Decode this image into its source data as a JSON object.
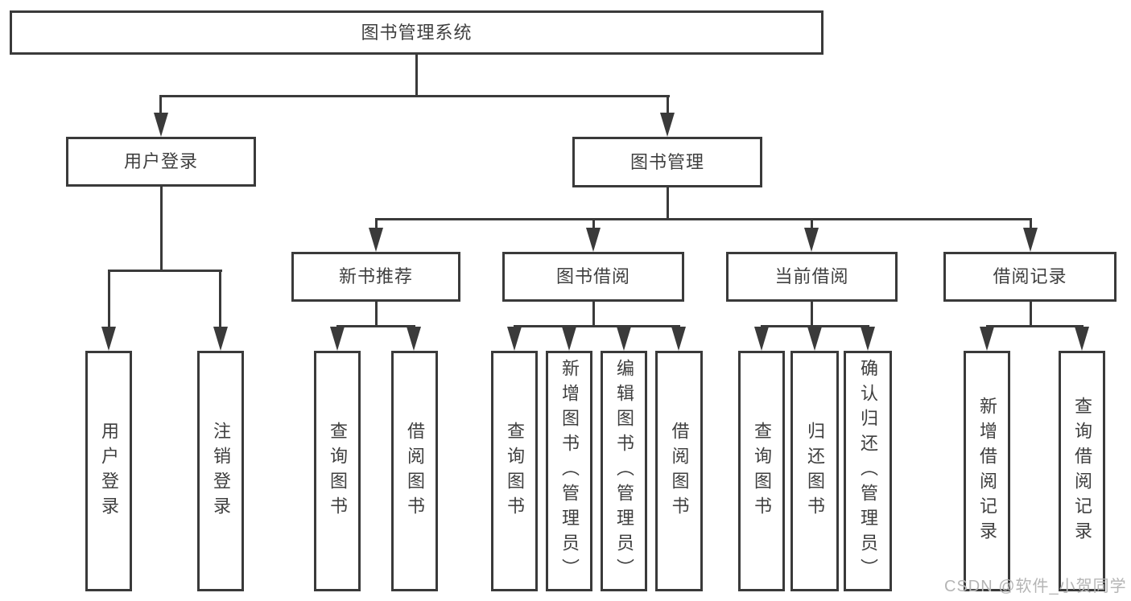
{
  "diagram": {
    "root": {
      "label": "图书管理系统"
    },
    "branches": [
      {
        "label": "用户登录",
        "children": [
          {
            "label": "用户登录"
          },
          {
            "label": "注销登录"
          }
        ]
      },
      {
        "label": "图书管理",
        "children": [
          {
            "label": "新书推荐",
            "children": [
              {
                "label": "查询图书"
              },
              {
                "label": "借阅图书"
              }
            ]
          },
          {
            "label": "图书借阅",
            "children": [
              {
                "label": "查询图书"
              },
              {
                "label": "新增图书（管理员）"
              },
              {
                "label": "编辑图书（管理员）"
              },
              {
                "label": "借阅图书"
              }
            ]
          },
          {
            "label": "当前借阅",
            "children": [
              {
                "label": "查询图书"
              },
              {
                "label": "归还图书"
              },
              {
                "label": "确认归还（管理员）"
              }
            ]
          },
          {
            "label": "借阅记录",
            "children": [
              {
                "label": "新增借阅记录"
              },
              {
                "label": "查询借阅记录"
              }
            ]
          }
        ]
      }
    ]
  },
  "watermark": {
    "text": "CSDN @软件_小贺同学"
  },
  "colors": {
    "line": "#3a3a3a",
    "text": "#3f3f3f",
    "watermark": "#b5b5b5"
  }
}
